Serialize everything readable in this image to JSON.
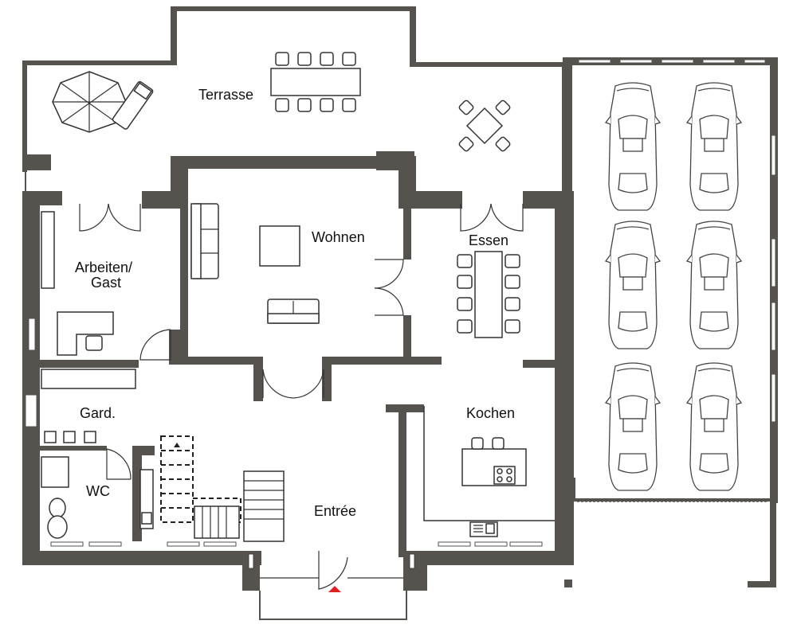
{
  "rooms": {
    "terrasse": "Terrasse",
    "wohnen": "Wohnen",
    "arbeiten_line1": "Arbeiten/",
    "arbeiten_line2": "Gast",
    "essen": "Essen",
    "gard": "Gard.",
    "wc": "WC",
    "kochen": "Kochen",
    "entree": "Entrée"
  },
  "colors": {
    "wall": "#56524e",
    "entrance_marker": "#e02020"
  },
  "icons": [
    "parasol-icon",
    "sun-lounger-icon",
    "car-icon",
    "toilet-icon",
    "stove-icon",
    "sink-icon",
    "sofa-icon",
    "table-icon",
    "chair-icon",
    "stairs-icon",
    "entrance-arrow-icon"
  ]
}
